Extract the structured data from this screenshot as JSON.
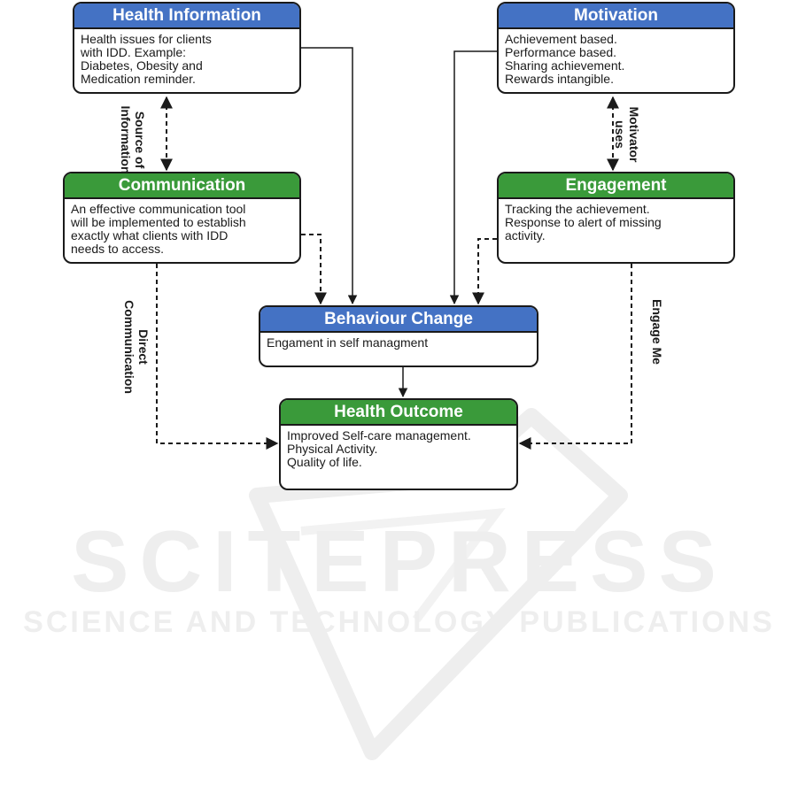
{
  "nodes": {
    "health_information": {
      "title": "Health Information",
      "lines": [
        "Health issues for clients",
        "with IDD. Example:",
        "Diabetes, Obesity and",
        "Medication reminder."
      ]
    },
    "motivation": {
      "title": "Motivation",
      "lines": [
        "Achievement based.",
        "Performance based.",
        "Sharing achievement.",
        "Rewards intangible."
      ]
    },
    "communication": {
      "title": "Communication",
      "lines": [
        "An effective communication tool",
        "will be implemented to establish",
        "exactly what clients with IDD",
        "needs to access."
      ]
    },
    "engagement": {
      "title": "Engagement",
      "lines": [
        "Tracking the achievement.",
        "Response to alert of missing",
        "activity."
      ]
    },
    "behaviour_change": {
      "title": "Behaviour Change",
      "lines": [
        "Engament in self managment"
      ]
    },
    "health_outcome": {
      "title": "Health Outcome",
      "lines": [
        "Improved Self-care management.",
        "Physical Activity.",
        "Quality of life."
      ]
    }
  },
  "edge_labels": {
    "source_of_information": [
      "Source of",
      "Information"
    ],
    "motivator_uses": [
      "Motivator",
      "uses"
    ],
    "direct_communication": [
      "Direct",
      "Communication"
    ],
    "engage_me": "Engage Me"
  },
  "watermark": {
    "main": "SCITEPRESS",
    "sub": "SCIENCE AND TECHNOLOGY PUBLICATIONS"
  },
  "colors": {
    "title_blue": "#4472c4",
    "title_green": "#3a9a3a",
    "border": "#1a1a1a",
    "watermark": "#eeeeee"
  }
}
